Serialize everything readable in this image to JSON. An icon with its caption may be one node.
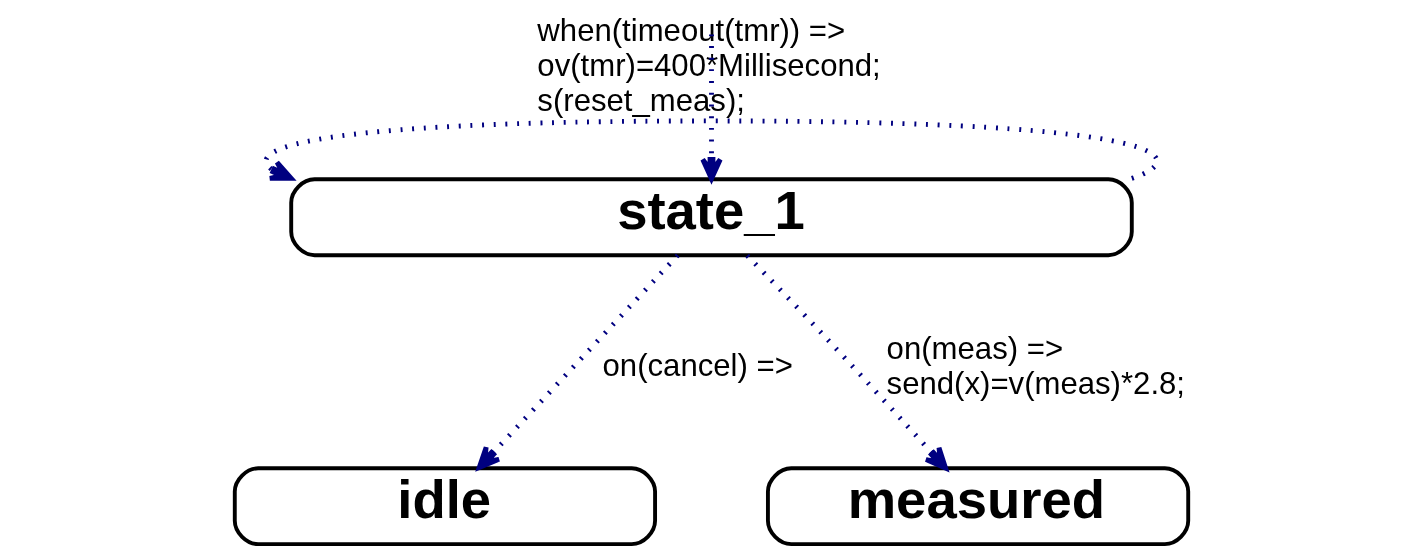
{
  "diagram": {
    "nodes": [
      {
        "text": [
          "state_1"
        ]
      },
      {
        "text": [
          "idle"
        ]
      },
      {
        "text": [
          "measured"
        ]
      }
    ],
    "edges": [
      {
        "from": null,
        "to": 0,
        "arrow": "to",
        "style": "dashed"
      },
      {
        "from": 0,
        "to": 0,
        "arrow": "to",
        "style": "dashed",
        "label": "when(timeout(tmr)) => ov(tmr)=400*Millisecond; s(reset_meas);"
      },
      {
        "from": 0,
        "to": 1,
        "arrow": "to",
        "style": "dashed",
        "label": "on(cancel) =>"
      },
      {
        "from": 0,
        "to": 2,
        "arrow": "to",
        "style": "dashed",
        "label": "on(meas) => send(x)=v(meas)*2.8;"
      }
    ]
  }
}
